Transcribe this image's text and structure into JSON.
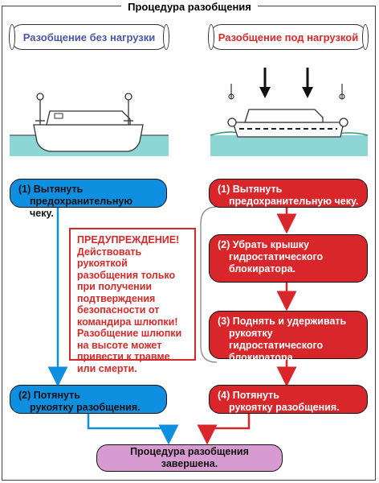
{
  "title": "Процедура разобщения",
  "modes": {
    "left": "Разобщение без нагрузки",
    "right": "Разобщение под нагрузкой"
  },
  "left_steps": {
    "step1": [
      "(1) Вытянуть",
      "предохранительную чеку."
    ],
    "step2": [
      "(2) Потянуть",
      "рукоятку разобщения."
    ]
  },
  "right_steps": {
    "step1": [
      "(1) Вытянуть",
      "предохранительную чеку."
    ],
    "step2": [
      "(2) Убрать крышку",
      "гидростатического",
      "блокиратора."
    ],
    "step3": [
      "(3) Поднять и удерживать",
      "рукоятку гидростатического",
      "блокиратора."
    ],
    "step4": [
      "(4) Потянуть",
      "рукоятку разобщения."
    ]
  },
  "warning": [
    "ПРЕДУПРЕЖДЕНИЕ!",
    "Действовать рукояткой",
    "разобщения только",
    "при получении",
    "подтверждения",
    "безопасности от",
    "командира шлюпки!",
    "Разобщение шлюпки",
    "на высоте может",
    "привести к травме",
    "или смерти."
  ],
  "final": "Процедура разобщения завершена.",
  "colors": {
    "blue": "#0f8fe0",
    "red": "#d8262a",
    "purple": "#d79bd2",
    "water": "#8ed6d6",
    "mode_left_text": "#4a57a6",
    "mode_right_text": "#d52a2a"
  }
}
